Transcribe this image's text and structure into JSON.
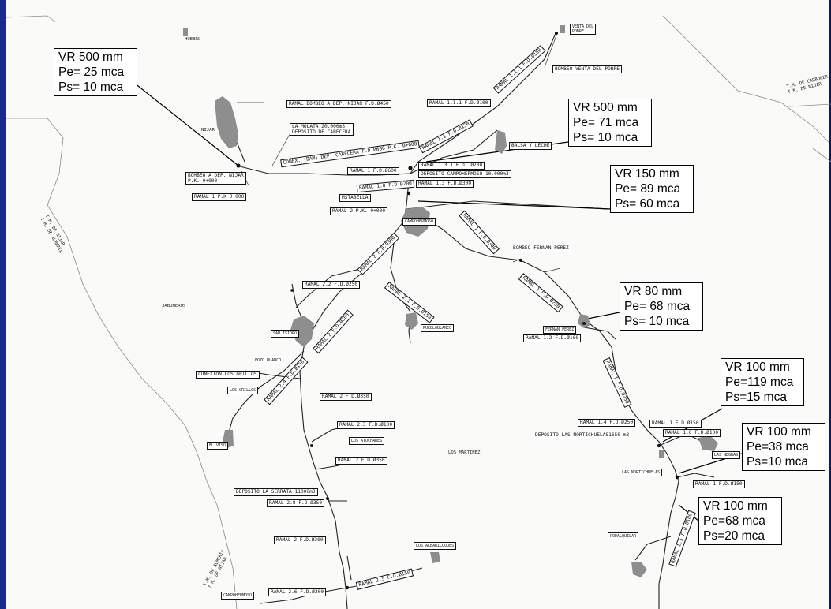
{
  "callouts": [
    {
      "id": "c1",
      "lines": [
        "VR 500 mm",
        "Pe= 25 mca",
        "Ps= 10 mca"
      ]
    },
    {
      "id": "c2",
      "lines": [
        "VR 500 mm",
        "Pe= 71 mca",
        "Ps= 10 mca"
      ]
    },
    {
      "id": "c3",
      "lines": [
        "VR 150 mm",
        "Pe= 89 mca",
        "Ps= 60 mca"
      ]
    },
    {
      "id": "c4",
      "lines": [
        "VR 80 mm",
        "Pe= 68 mca",
        "Ps= 10 mca"
      ]
    },
    {
      "id": "c5",
      "lines": [
        "VR 100 mm",
        "Pe=119 mca",
        "Ps=15 mca"
      ]
    },
    {
      "id": "c6",
      "lines": [
        "VR 100 mm",
        "Pe=38 mca",
        "Ps=10 mca"
      ]
    },
    {
      "id": "c7",
      "lines": [
        "VR 100 mm",
        "Pe=68 mca",
        "Ps=20 mca"
      ]
    }
  ],
  "labels": [
    {
      "id": "ramal-bombeo-nijar",
      "text": "RAMAL BOMBEO A DEP. NIJAR F.D.Ø450"
    },
    {
      "id": "la-molata",
      "text": "LA MOLATA 20.000m3\nDEPOSITO DE CABECERA"
    },
    {
      "id": "conex-dam",
      "text": "CONEX. (DAM) DEP. CABECERA F.D.Ø600 P.K. 0+000"
    },
    {
      "id": "bombeo-dep-nijar",
      "text": "BOMBEO A DEP. NIJAR\nP.K. 0+000"
    },
    {
      "id": "ramal-1-pk",
      "text": "RAMAL 1 P.K 0+000"
    },
    {
      "id": "ramal-1-1-1",
      "text": "RAMAL 1.1.1 F.D.Ø100"
    },
    {
      "id": "ramal-1-1-1-rot",
      "text": "RAMAL 1.1.1 F.D.Ø150"
    },
    {
      "id": "ramal-1-1",
      "text": "RAMAL 1.1 F.D.Ø150"
    },
    {
      "id": "bombeo-venta",
      "text": "BOMBEO VENTA DEL POBRE"
    },
    {
      "id": "venta-pobre",
      "text": "VENTA DEL\nPOBRE"
    },
    {
      "id": "balsa-leche",
      "text": "BALSA Y LECHE"
    },
    {
      "id": "ramal-1-3-1",
      "text": "RAMAL 1.3.1 F.D. Ø200"
    },
    {
      "id": "deposito-campohermoso",
      "text": "DEPOSITO CAMPOHERMOSO 10.000m3"
    },
    {
      "id": "ramal-1-main",
      "text": "RAMAL 1 F.D.Ø600"
    },
    {
      "id": "ramal-1-3",
      "text": "RAMAL 1.3 F.D.Ø300"
    },
    {
      "id": "ramal-1-0",
      "text": "RAMAL 1.0 F.D.Ø200"
    },
    {
      "id": "mstabella",
      "text": "MSTABELLA"
    },
    {
      "id": "ramal-2-pk",
      "text": "RAMAL 2 P.K. 0+000"
    },
    {
      "id": "campohermoso",
      "text": "CAMPOHERMOSO"
    },
    {
      "id": "ramal-1-f",
      "text": "RAMAL 1 F.D.Ø300"
    },
    {
      "id": "bombeo-fernan",
      "text": "BOMBEO FERNAN PEREZ"
    },
    {
      "id": "ramal-1-g",
      "text": "RAMAL 1 F.D.Ø250"
    },
    {
      "id": "fernan-perez",
      "text": "FERNAN PEREZ"
    },
    {
      "id": "ramal-1-2",
      "text": "RAMAL 1.2 F.D.Ø100"
    },
    {
      "id": "ramal-2-f",
      "text": "RAMAL 2 F.D.Ø300"
    },
    {
      "id": "ramal-2-2",
      "text": "RAMAL 2.2 F.D.Ø250"
    },
    {
      "id": "ramal-2-1",
      "text": "RAMAL 2.1 F.D.Ø150"
    },
    {
      "id": "puebloblanco",
      "text": "PUEBLOBLANCO"
    },
    {
      "id": "ramal-2-g",
      "text": "RAMAL 2 F.D.Ø300"
    },
    {
      "id": "san-isidro",
      "text": "SAN ISIDRO"
    },
    {
      "id": "pozo-blanco",
      "text": "POZO BLANCO"
    },
    {
      "id": "ramal-2-4",
      "text": "RAMAL 2.4 F.D.Ø150"
    },
    {
      "id": "conexion-grillos",
      "text": "CONEXION LOS GRILLOS"
    },
    {
      "id": "los-grillos",
      "text": "LOS GRILLOS"
    },
    {
      "id": "ramal-2-h",
      "text": "RAMAL 2 F.D.Ø350"
    },
    {
      "id": "ramal-2-3",
      "text": "RAMAL 2.3 F.D.Ø100"
    },
    {
      "id": "los-atochares",
      "text": "LOS ATOCHARES"
    },
    {
      "id": "ramal-2-i",
      "text": "RAMAL 2 F.D.Ø350"
    },
    {
      "id": "deposito-serrata",
      "text": "DEPOSITO LA SERRATA 11000m3"
    },
    {
      "id": "ramal-2-8",
      "text": "RAMAL 2.8 F.D.Ø350"
    },
    {
      "id": "ramal-2-j",
      "text": "RAMAL 2 F.D.Ø300"
    },
    {
      "id": "ramal-2-5",
      "text": "RAMAL 2.5 F.D.Ø150"
    },
    {
      "id": "los-albaricoques",
      "text": "LOS ALBARICOQUES"
    },
    {
      "id": "ramal-2-6",
      "text": "RAMAL 2.6 F.D.Ø200"
    },
    {
      "id": "ramal-1-h",
      "text": "RAMAL 1 F.D.Ø250"
    },
    {
      "id": "ramal-1-4",
      "text": "RAMAL 1.4 F.D.Ø250"
    },
    {
      "id": "ramal-1-k",
      "text": "RAMAL 1 F.D.Ø150"
    },
    {
      "id": "ramal-1-6",
      "text": "RAMAL 1.6 F.D.Ø100"
    },
    {
      "id": "deposito-norticuelas",
      "text": "DEPOSITO LAS NORTICHUELAS1650 m3"
    },
    {
      "id": "las-norticuelas",
      "text": "LAS NORTICHUELAS"
    },
    {
      "id": "las-negras",
      "text": "LAS NEGRAS"
    },
    {
      "id": "ramal-1-l",
      "text": "RAMAL 1 F.D.Ø150"
    },
    {
      "id": "ramal-1-5",
      "text": "RAMAL 1.5 F.D.Ø100"
    },
    {
      "id": "rodalquilar",
      "text": "RODALQUILAR"
    },
    {
      "id": "el-viso",
      "text": "EL VISO"
    },
    {
      "id": "campo-bottom",
      "text": "CAMPOHERMOSO"
    }
  ],
  "places": [
    {
      "id": "huebro",
      "text": "HUEBRO"
    },
    {
      "id": "nijar",
      "text": "NIJAR"
    },
    {
      "id": "tm-carboneras",
      "text": "T.M. DE CARBONER\nT.M. DE NIJAR"
    },
    {
      "id": "tm-nijar-almeria",
      "text": "T.M. DE NIJAR\nT.M. DE ALMERIA"
    },
    {
      "id": "jaboneros",
      "text": "JABONEROS"
    },
    {
      "id": "los-martinez",
      "text": "LOS MARTINEZ"
    },
    {
      "id": "tm-almeria-bottom",
      "text": "T.M. DE ALMERIA\nT.M. DE NIJAR"
    }
  ]
}
